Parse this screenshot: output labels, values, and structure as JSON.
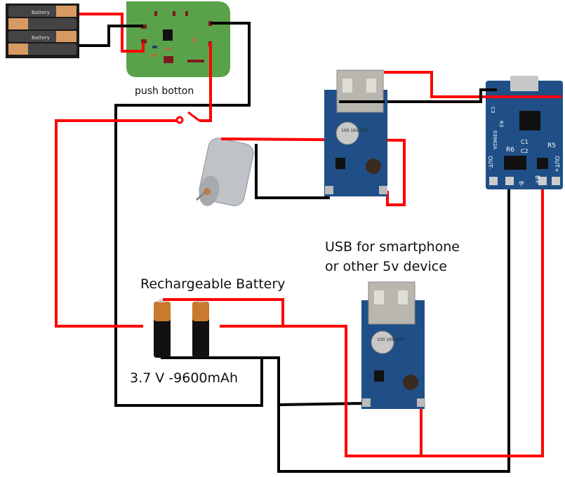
{
  "labels": {
    "push_button": "push botton",
    "usb_line1": "USB for smartphone",
    "usb_line2": "or other 5v device",
    "battery_title": "Rechargeable Battery",
    "battery_spec": "3.7 V -9600mAh"
  },
  "components": {
    "battery_holder": {
      "cell_text": "Battery"
    },
    "cell_label": "Battery",
    "boost_cap_text": "100 16V KVT",
    "charger": {
      "silk_out_minus": "OUT-",
      "silk_out_plus": "OUT+",
      "silk_b_minus": "B-",
      "silk_b_plus": "B+",
      "silk_part": "03962A",
      "silk_r6": "R6",
      "silk_r5": "R5",
      "silk_c1": "C1",
      "silk_c2": "C2",
      "silk_r3": "R3",
      "silk_c3": "C3"
    }
  },
  "colors": {
    "wire_positive": "#ff0000",
    "wire_negative": "#000000",
    "pcb_green": "#5aa24a",
    "module_blue": "#1f4f86"
  }
}
